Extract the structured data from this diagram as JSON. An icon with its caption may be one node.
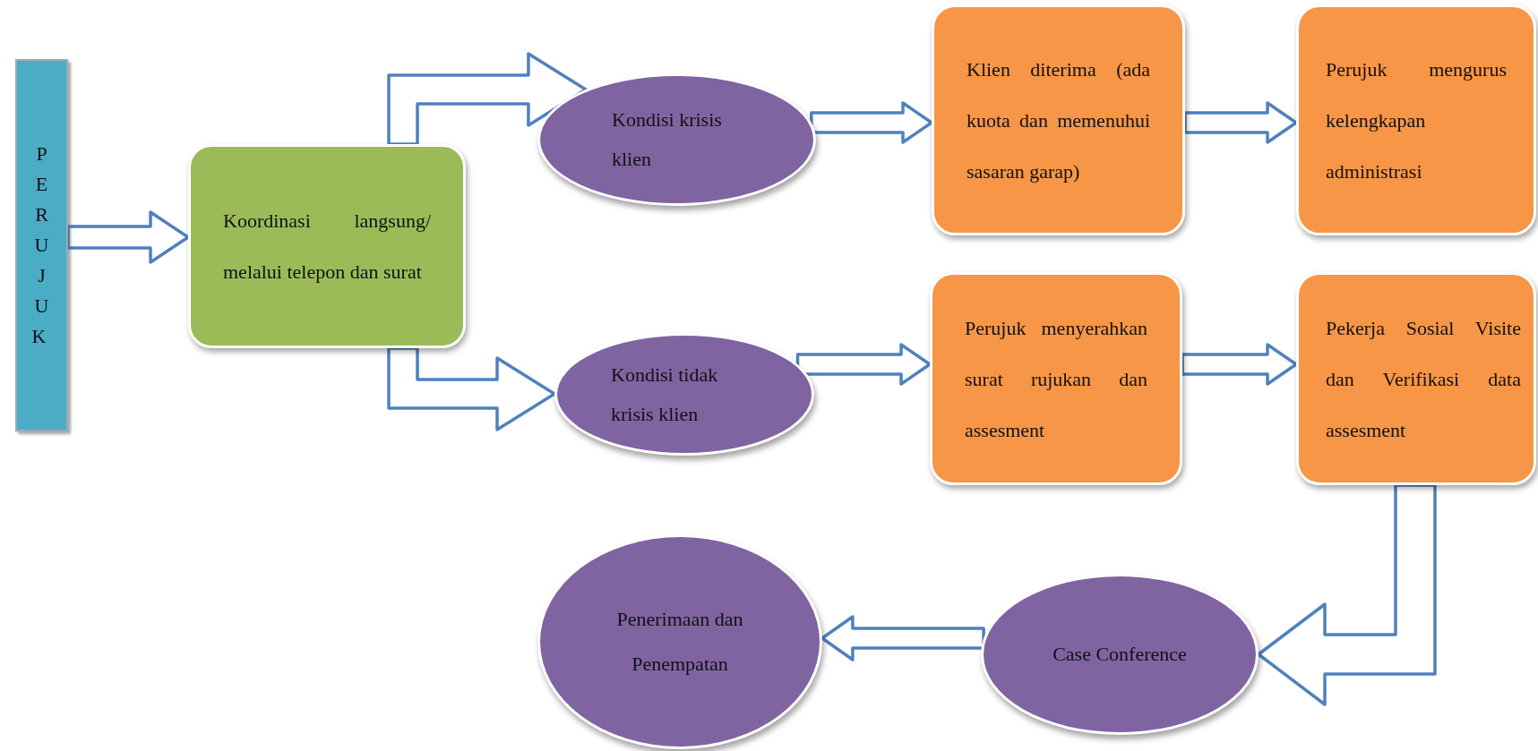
{
  "diagram": {
    "nodes": [
      {
        "text": [
          "PERUJUK"
        ]
      },
      {
        "text": [
          "Koordinasi langsung/ melalui telepon dan surat"
        ]
      },
      {
        "text": [
          "Kondisi krisis klien"
        ]
      },
      {
        "text": [
          "Kondisi tidak krisis klien"
        ]
      },
      {
        "text": [
          "Klien diterima (ada kuota dan memenuhui sasaran garap)"
        ]
      },
      {
        "text": [
          "Perujuk mengurus kelengkapan administrasi"
        ]
      },
      {
        "text": [
          "Perujuk menyerahkan surat rujukan dan assesment"
        ]
      },
      {
        "text": [
          "Pekerja Sosial Visite dan Verifikasi data assesment"
        ]
      },
      {
        "text": [
          "Case Conference"
        ]
      },
      {
        "text": [
          "Penerimaan dan Penempatan"
        ]
      }
    ],
    "edges": [
      {
        "from": 0,
        "to": 1,
        "arrow": "to"
      },
      {
        "from": 1,
        "to": 2,
        "arrow": "to"
      },
      {
        "from": 1,
        "to": 3,
        "arrow": "to"
      },
      {
        "from": 2,
        "to": 4,
        "arrow": "to"
      },
      {
        "from": 4,
        "to": 5,
        "arrow": "to"
      },
      {
        "from": 3,
        "to": 6,
        "arrow": "to"
      },
      {
        "from": 6,
        "to": 7,
        "arrow": "to"
      },
      {
        "from": 7,
        "to": 8,
        "arrow": "to"
      },
      {
        "from": 8,
        "to": 9,
        "arrow": "to"
      }
    ]
  }
}
